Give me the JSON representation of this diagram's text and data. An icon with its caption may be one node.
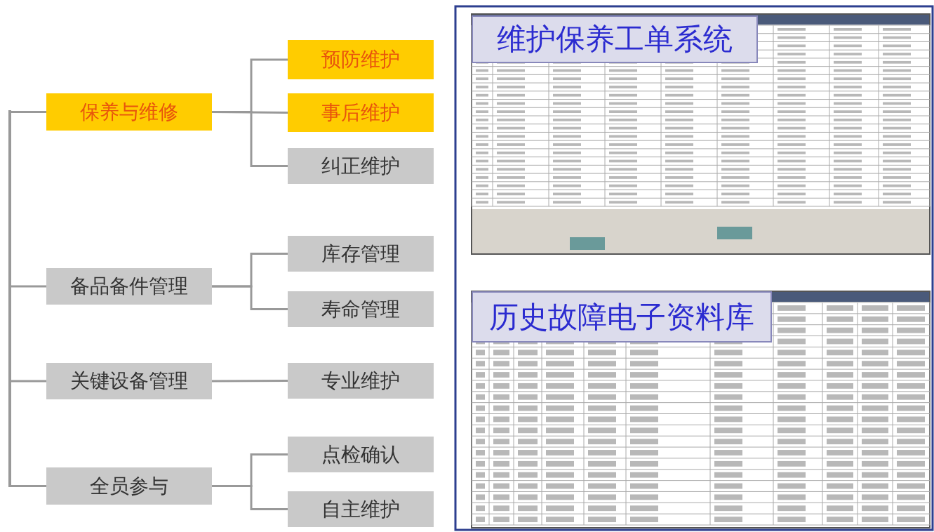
{
  "diagram": {
    "nodes": [
      {
        "text": [
          "保养与维修"
        ]
      },
      {
        "text": [
          "预防维护"
        ]
      },
      {
        "text": [
          "事后维护"
        ]
      },
      {
        "text": [
          "纠正维护"
        ]
      },
      {
        "text": [
          "备品备件管理"
        ]
      },
      {
        "text": [
          "库存管理"
        ]
      },
      {
        "text": [
          "寿命管理"
        ]
      },
      {
        "text": [
          "关键设备管理"
        ]
      },
      {
        "text": [
          "专业维护"
        ]
      },
      {
        "text": [
          "全员参与"
        ]
      },
      {
        "text": [
          "点检确认"
        ]
      },
      {
        "text": [
          "自主维护"
        ]
      },
      {
        "text": [
          "维护保养工单系统"
        ]
      },
      {
        "text": [
          "历史故障电子资料库"
        ]
      },
      {
        "text": [],
        "shape": "bar"
      }
    ],
    "edges": [
      {
        "from": 0,
        "to": 1,
        "arrow": "none"
      },
      {
        "from": 0,
        "to": 2,
        "arrow": "none"
      },
      {
        "from": 0,
        "to": 3,
        "arrow": "none"
      },
      {
        "from": 4,
        "to": 5,
        "arrow": "none"
      },
      {
        "from": 4,
        "to": 6,
        "arrow": "none"
      },
      {
        "from": 7,
        "to": 8,
        "arrow": "none"
      },
      {
        "from": 9,
        "to": 10,
        "arrow": "none"
      },
      {
        "from": 9,
        "to": 11,
        "arrow": "none"
      },
      {
        "from": 14,
        "to": 0,
        "arrow": "none"
      },
      {
        "from": 14,
        "to": 4,
        "arrow": "none"
      },
      {
        "from": 14,
        "to": 7,
        "arrow": "none"
      },
      {
        "from": 14,
        "to": 9,
        "arrow": "none"
      }
    ]
  }
}
